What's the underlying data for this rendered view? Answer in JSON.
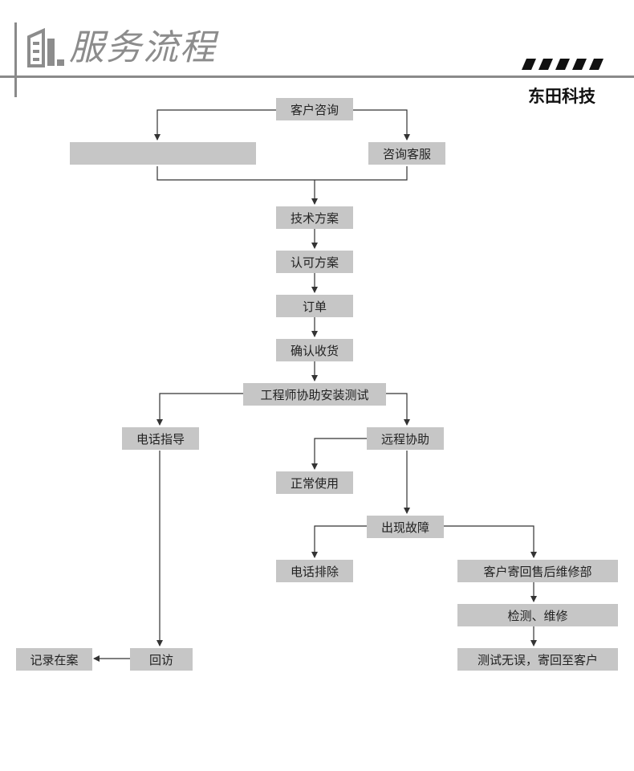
{
  "header": {
    "title": "服务流程",
    "company": "东田科技",
    "title_icon": "building-icon",
    "accent_color": "#8c8c8c",
    "box_color": "#c6c6c6"
  },
  "nodes": {
    "customer_consult": "客户咨询",
    "blank": "",
    "consult_service": "咨询客服",
    "tech_plan": "技术方案",
    "approve_plan": "认可方案",
    "order": "订单",
    "confirm_receipt": "确认收货",
    "engineer_install": "工程师协助安装测试",
    "phone_guide": "电话指导",
    "remote_assist": "远程协助",
    "normal_use": "正常使用",
    "fault_found": "出现故障",
    "phone_fix": "电话排除",
    "mail_repair": "客户寄回售后维修部",
    "inspect_repair": "检测、维修",
    "test_return": "测试无误，寄回至客户",
    "revisit": "回访",
    "record_file": "记录在案"
  }
}
